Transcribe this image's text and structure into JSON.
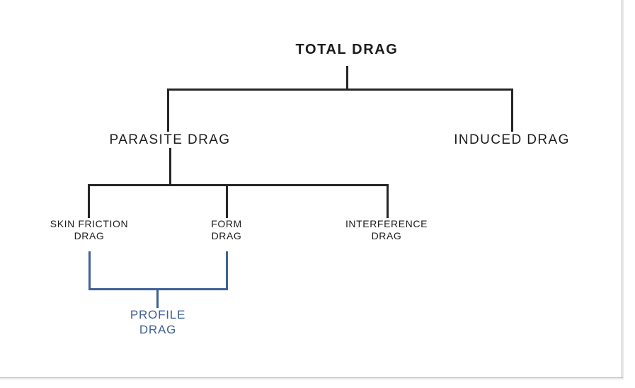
{
  "diagram": {
    "type": "hierarchy-tree",
    "title_node": "TOTAL DRAG",
    "colors": {
      "text": "#1c1c1c",
      "connector": "#262626",
      "accent_blue": "#3f6094",
      "page_border": "#b9b9bd",
      "background": "#ffffff"
    },
    "nodes": {
      "root": {
        "label": "TOTAL DRAG",
        "level": 1
      },
      "parasite": {
        "label": "PARASITE DRAG",
        "level": 2
      },
      "induced": {
        "label": "INDUCED DRAG",
        "level": 2
      },
      "skin_friction": {
        "line1": "SKIN  FRICTION",
        "line2": "DRAG",
        "level": 3
      },
      "form": {
        "line1": "FORM",
        "line2": "DRAG",
        "level": 3
      },
      "interference": {
        "line1": "INTERFERENCE",
        "line2": "DRAG",
        "level": 3
      },
      "profile": {
        "line1": "PROFILE",
        "line2": "DRAG",
        "level": 4,
        "color": "#3f6094"
      }
    },
    "edges": [
      {
        "from": "root",
        "to": "parasite"
      },
      {
        "from": "root",
        "to": "induced"
      },
      {
        "from": "parasite",
        "to": "skin_friction"
      },
      {
        "from": "parasite",
        "to": "form"
      },
      {
        "from": "parasite",
        "to": "interference"
      },
      {
        "from": "skin_friction",
        "to": "profile",
        "color": "#3f6094"
      },
      {
        "from": "form",
        "to": "profile",
        "color": "#3f6094"
      }
    ]
  }
}
